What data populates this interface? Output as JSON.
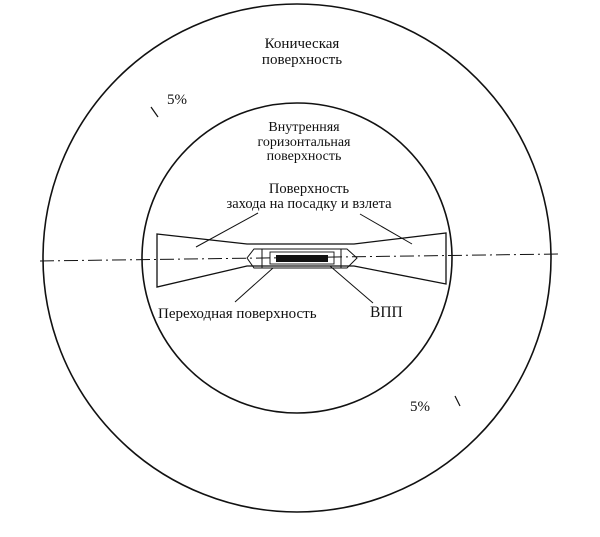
{
  "labels": {
    "conical": [
      "Коническая",
      "поверхность"
    ],
    "inner_horizontal": [
      "Внутренняя",
      "горизонтальная",
      "поверхность"
    ],
    "approach": [
      "Поверхность",
      "захода на посадку и взлета"
    ],
    "transitional": "Переходная поверхность",
    "runway": "ВПП",
    "slope_top": "5%",
    "slope_bottom": "5%"
  },
  "colors": {
    "ink": "#111111",
    "runway_fill": "#111111",
    "background": "#ffffff"
  }
}
